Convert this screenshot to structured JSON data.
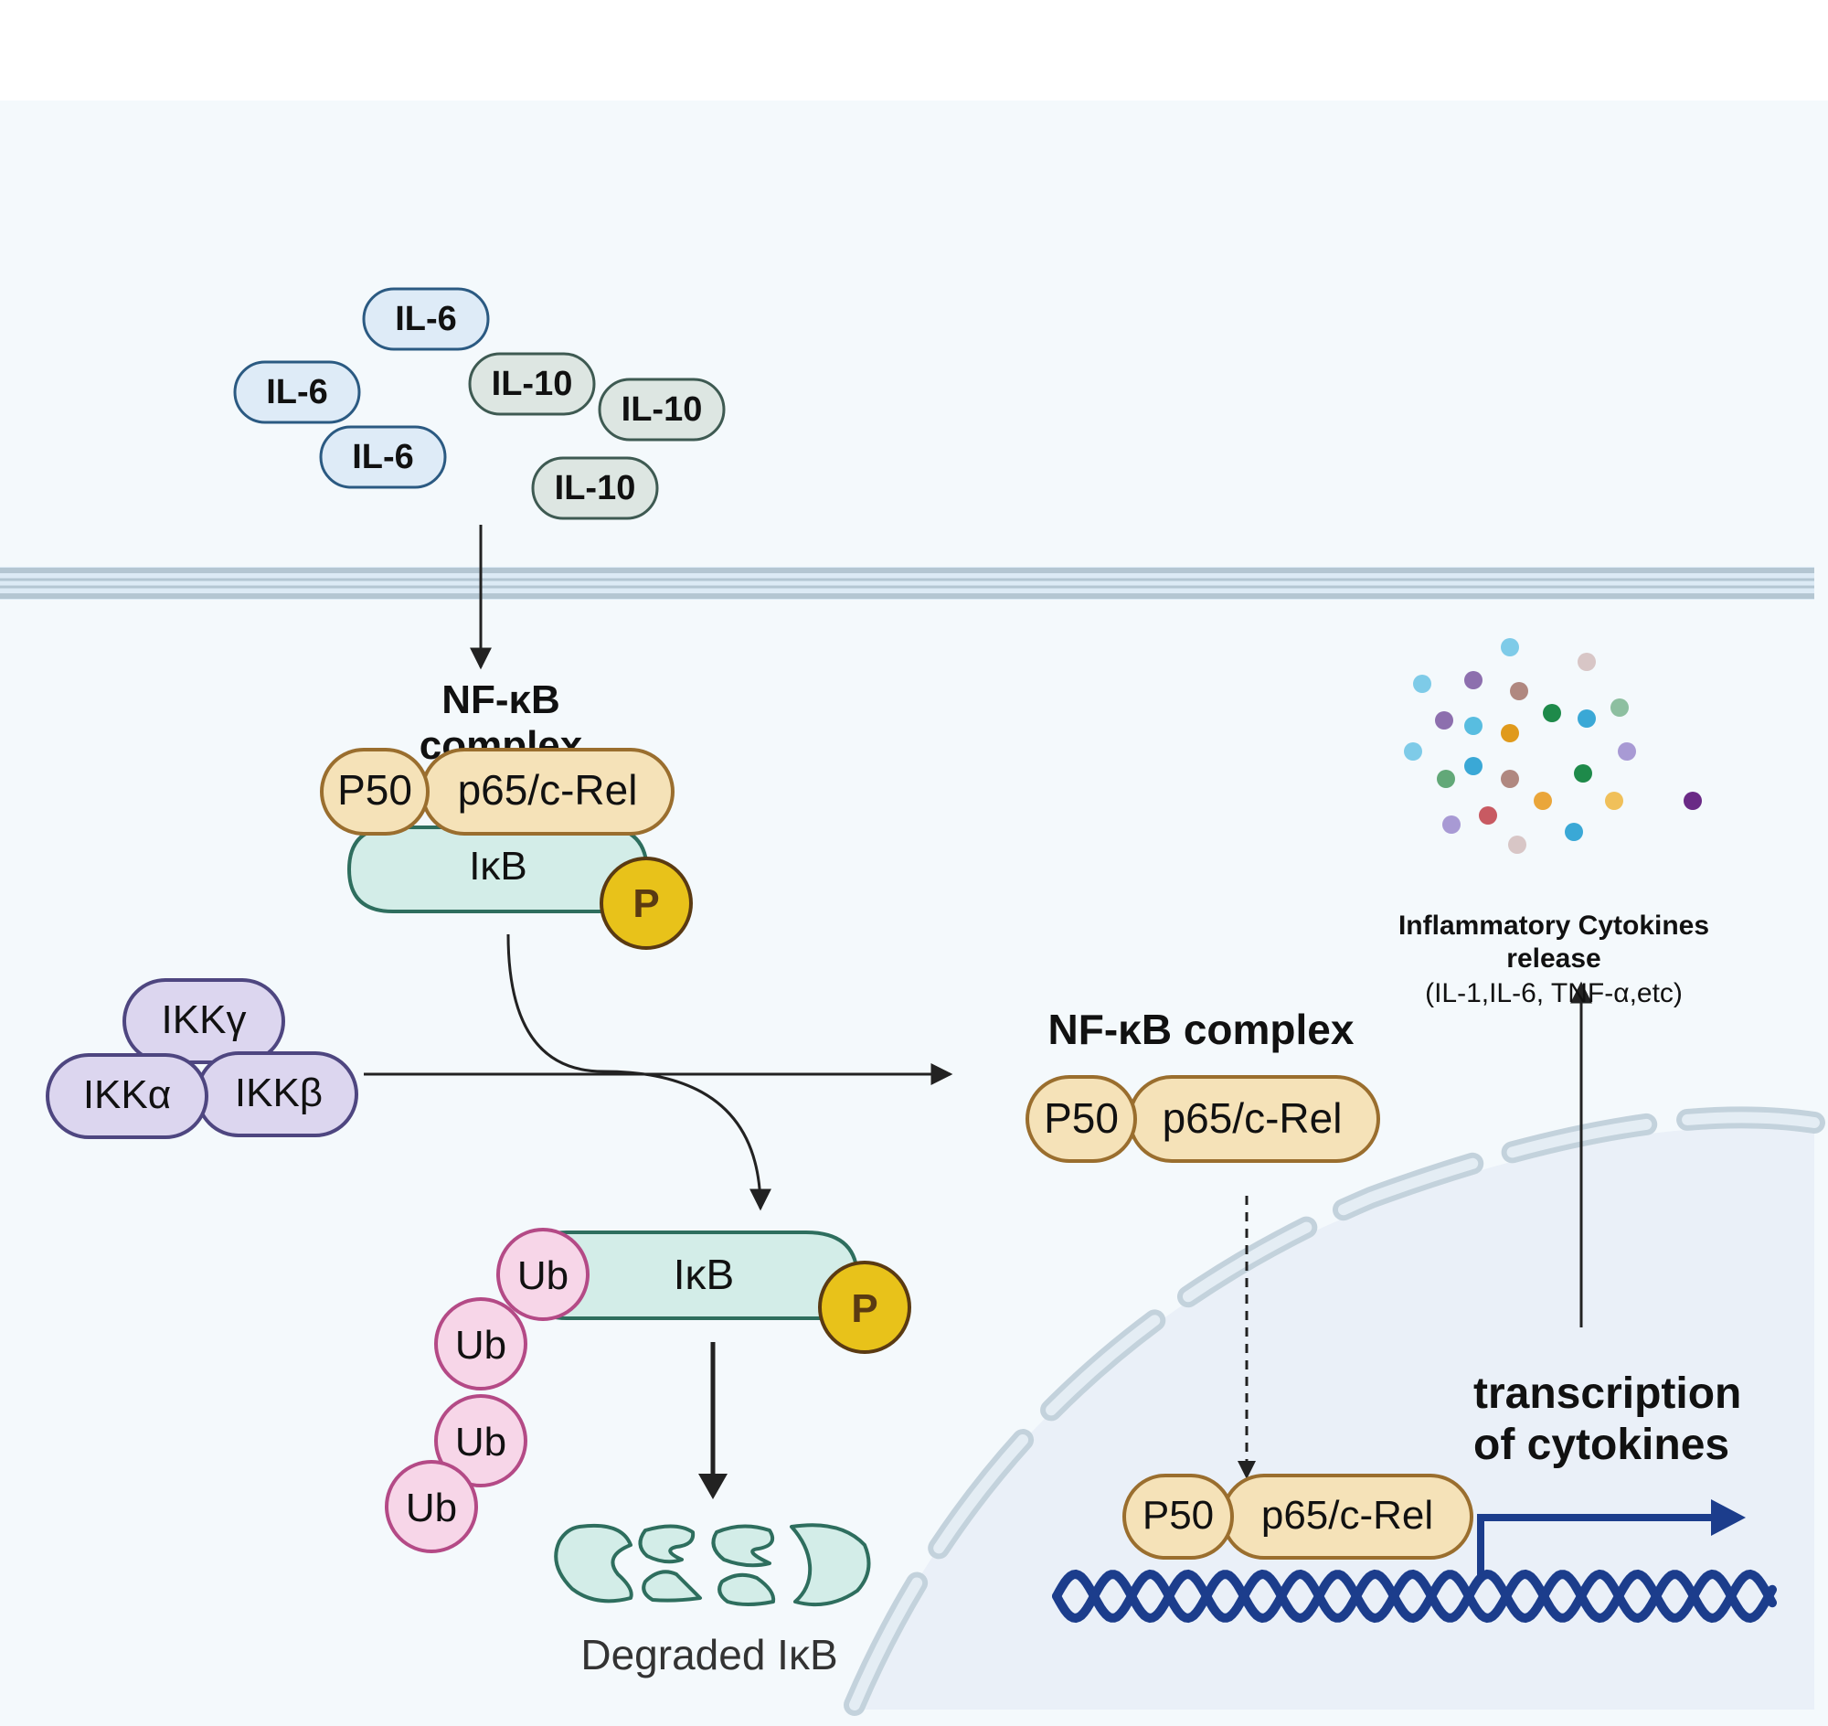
{
  "extracellular": {
    "il6": [
      "IL-6",
      "IL-6",
      "IL-6"
    ],
    "il10": [
      "IL-10",
      "IL-10",
      "IL-10"
    ]
  },
  "nfkb_cytoplasm": {
    "title_line1": "NF-κB",
    "title_line2": "complex",
    "p50": "P50",
    "p65": "p65/c-Rel",
    "ikb": "IκB",
    "phospho": "P"
  },
  "ikk": {
    "gamma": "IKKγ",
    "alpha": "IKKα",
    "beta": "IKKβ"
  },
  "ubiquitinated": {
    "ub": [
      "Ub",
      "Ub",
      "Ub",
      "Ub"
    ],
    "ikb": "IκB",
    "phospho": "P",
    "degraded_label": "Degraded IκB"
  },
  "nfkb_free": {
    "title": "NF-κB complex",
    "p50": "P50",
    "p65": "p65/c-Rel"
  },
  "nucleus": {
    "p50": "P50",
    "p65": "p65/c-Rel",
    "transcription_line1": "transcription",
    "transcription_line2": "of cytokines"
  },
  "cytokines": {
    "label_line1": "Inflammatory Cytokines",
    "label_line2": "release",
    "label_line3": "(IL-1,IL-6, TNF-α,etc)"
  },
  "colors": {
    "background": "#f4f9fc",
    "membrane": "#b4c6d2",
    "il6_fill": "#deebf7",
    "il6_stroke": "#2b5a82",
    "il10_fill": "#dde6e2",
    "il10_stroke": "#3e5a52",
    "nfkb_fill": "#f5e2b8",
    "nfkb_stroke": "#9a6e2e",
    "ikb_fill": "#d3ede8",
    "ikb_stroke": "#2e6e5e",
    "phospho_fill": "#e8c21a",
    "ikk_fill": "#dcd6ef",
    "ikk_stroke": "#4e4680",
    "ub_fill": "#f7d6e8",
    "ub_stroke": "#b44a86",
    "dna": "#1c3d8c",
    "nucleus_fill": "#eaf0f8"
  }
}
